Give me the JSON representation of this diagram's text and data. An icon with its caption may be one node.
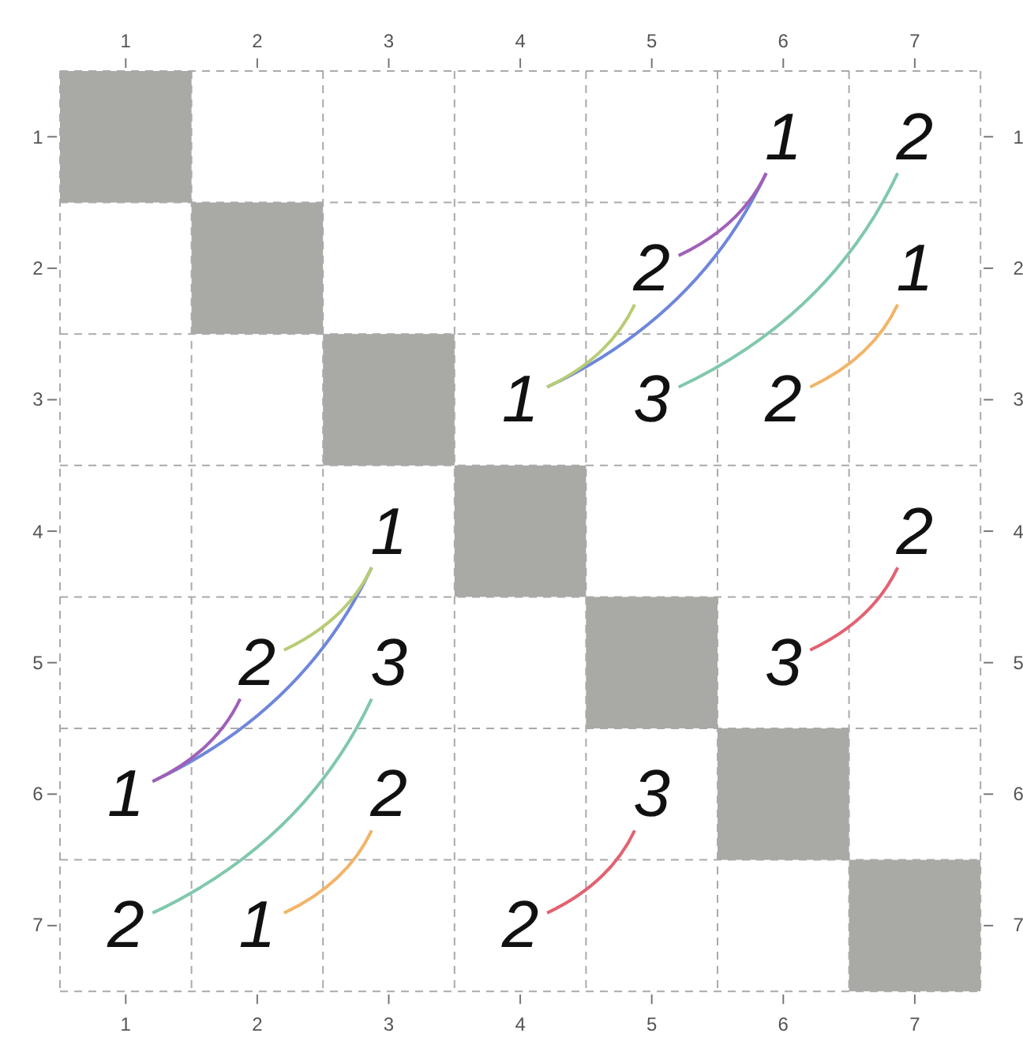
{
  "diagram": {
    "nodes": [
      {
        "text": [
          "1"
        ]
      },
      {
        "text": [
          "2"
        ]
      },
      {
        "text": [
          "2"
        ]
      },
      {
        "text": [
          "1"
        ]
      },
      {
        "text": [
          "1"
        ]
      },
      {
        "text": [
          "3"
        ]
      },
      {
        "text": [
          "2"
        ]
      },
      {
        "text": [
          "1"
        ]
      },
      {
        "text": [
          "2"
        ]
      },
      {
        "text": [
          "2"
        ]
      },
      {
        "text": [
          "3"
        ]
      },
      {
        "text": [
          "3"
        ]
      },
      {
        "text": [
          "1"
        ]
      },
      {
        "text": [
          "2"
        ]
      },
      {
        "text": [
          "3"
        ]
      },
      {
        "text": [
          "2"
        ]
      },
      {
        "text": [
          "1"
        ]
      },
      {
        "text": [
          "2"
        ]
      }
    ],
    "edges": [
      {
        "from": 4,
        "to": 0,
        "arrow": "none",
        "color": "#6f86dc"
      },
      {
        "from": 4,
        "to": 2,
        "arrow": "none",
        "color": "#b8cc74"
      },
      {
        "from": 2,
        "to": 0,
        "arrow": "none",
        "color": "#a060b8"
      },
      {
        "from": 5,
        "to": 1,
        "arrow": "none",
        "color": "#80c8ac"
      },
      {
        "from": 6,
        "to": 3,
        "arrow": "none",
        "color": "#f2b468"
      },
      {
        "from": 12,
        "to": 7,
        "arrow": "none",
        "color": "#6f86dc"
      },
      {
        "from": 12,
        "to": 9,
        "arrow": "none",
        "color": "#a060b8"
      },
      {
        "from": 9,
        "to": 7,
        "arrow": "none",
        "color": "#b8cc74"
      },
      {
        "from": 15,
        "to": 10,
        "arrow": "none",
        "color": "#80c8ac"
      },
      {
        "from": 16,
        "to": 13,
        "arrow": "none",
        "color": "#f2b468"
      },
      {
        "from": 11,
        "to": 8,
        "arrow": "none",
        "color": "#e26272"
      },
      {
        "from": 17,
        "to": 14,
        "arrow": "none",
        "color": "#e26272"
      }
    ],
    "labels": [
      "1",
      "2",
      "3",
      "4",
      "5",
      "6",
      "7",
      "1",
      "1",
      "2",
      "2",
      "3",
      "3",
      "4",
      "4",
      "5",
      "5",
      "6",
      "6",
      "7",
      "7",
      "1",
      "2",
      "3",
      "4",
      "5",
      "6",
      "7"
    ]
  }
}
